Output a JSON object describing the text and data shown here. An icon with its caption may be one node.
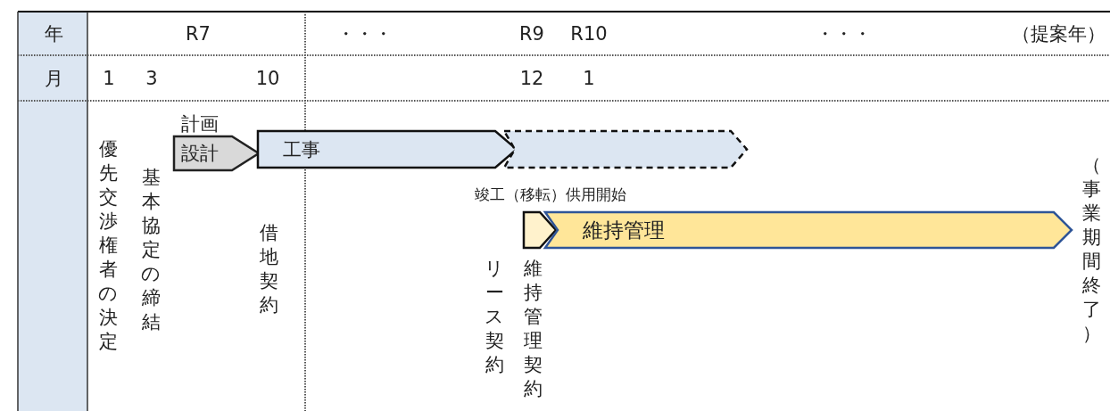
{
  "diagram": {
    "nodes": [
      {
        "text": [
          "計画",
          "設計"
        ]
      },
      {
        "text": [
          "工事"
        ]
      },
      {
        "text": [],
        "shape": "chevron"
      },
      {
        "text": [],
        "shape": "chevron"
      },
      {
        "text": [
          "維持管理"
        ]
      }
    ],
    "labels": [
      "年",
      "R7",
      "・・・",
      "R9",
      "R10",
      "・・・",
      "（提案年）",
      "月",
      "1",
      "3",
      "10",
      "12",
      "1",
      "優先交渉権者の決定",
      "基本協定の締結",
      "借地契約",
      "竣工（移転）供用開始",
      "リース契約",
      "維持管理契約",
      "（事業期間終了）"
    ]
  }
}
